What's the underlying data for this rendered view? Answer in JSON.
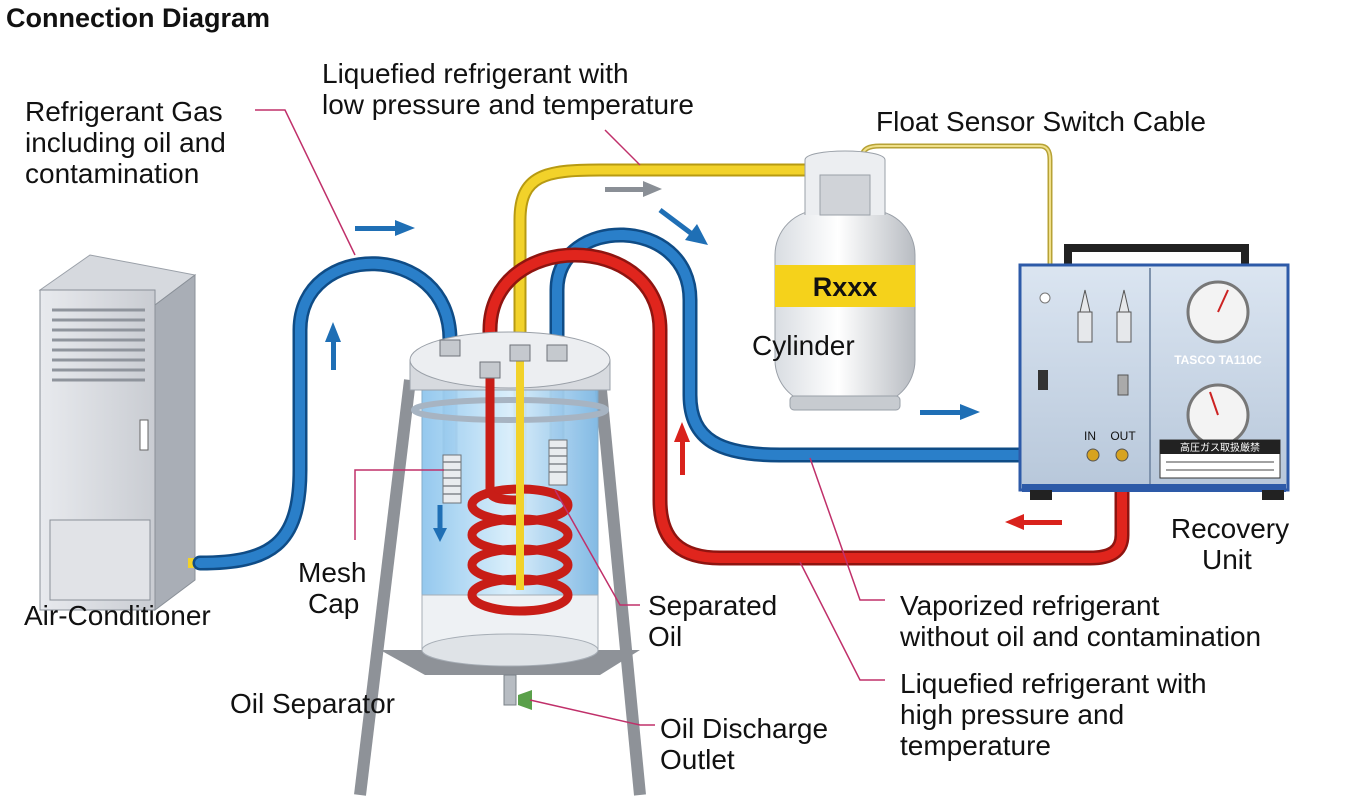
{
  "title": "Connection Diagram",
  "labels": {
    "refrigerant_gas": [
      "Refrigerant Gas",
      "including oil and",
      "contamination"
    ],
    "liquefied_low": [
      "Liquefied refrigerant with",
      "low pressure and temperature"
    ],
    "float_sensor": "Float Sensor Switch Cable",
    "cylinder": "Cylinder",
    "recovery_unit": [
      "Recovery",
      "Unit"
    ],
    "air_conditioner": "Air-Conditioner",
    "mesh_cap": [
      "Mesh",
      "Cap"
    ],
    "separated_oil": [
      "Separated",
      "Oil"
    ],
    "vaporized": [
      "Vaporized refrigerant",
      "without oil and contamination"
    ],
    "liquefied_high": [
      "Liquefied refrigerant with",
      "high pressure and",
      "temperature"
    ],
    "oil_separator": "Oil Separator",
    "oil_discharge": [
      "Oil Discharge",
      "Outlet"
    ]
  },
  "cylinder_band_text": "Rxxx",
  "recovery_unit_panel": {
    "brand": "TASCO TA110C",
    "in_label": "IN",
    "out_label": "OUT",
    "warning_plate": "高圧ガス取扱厳禁"
  },
  "colors": {
    "blue_hose": "#1f6fb5",
    "red_hose": "#d9221c",
    "yellow_hose": "#f2d22a",
    "leader_line": "#c0306a",
    "unit_body": "#c9d6e6",
    "cylinder_band": "#f5d21b"
  }
}
